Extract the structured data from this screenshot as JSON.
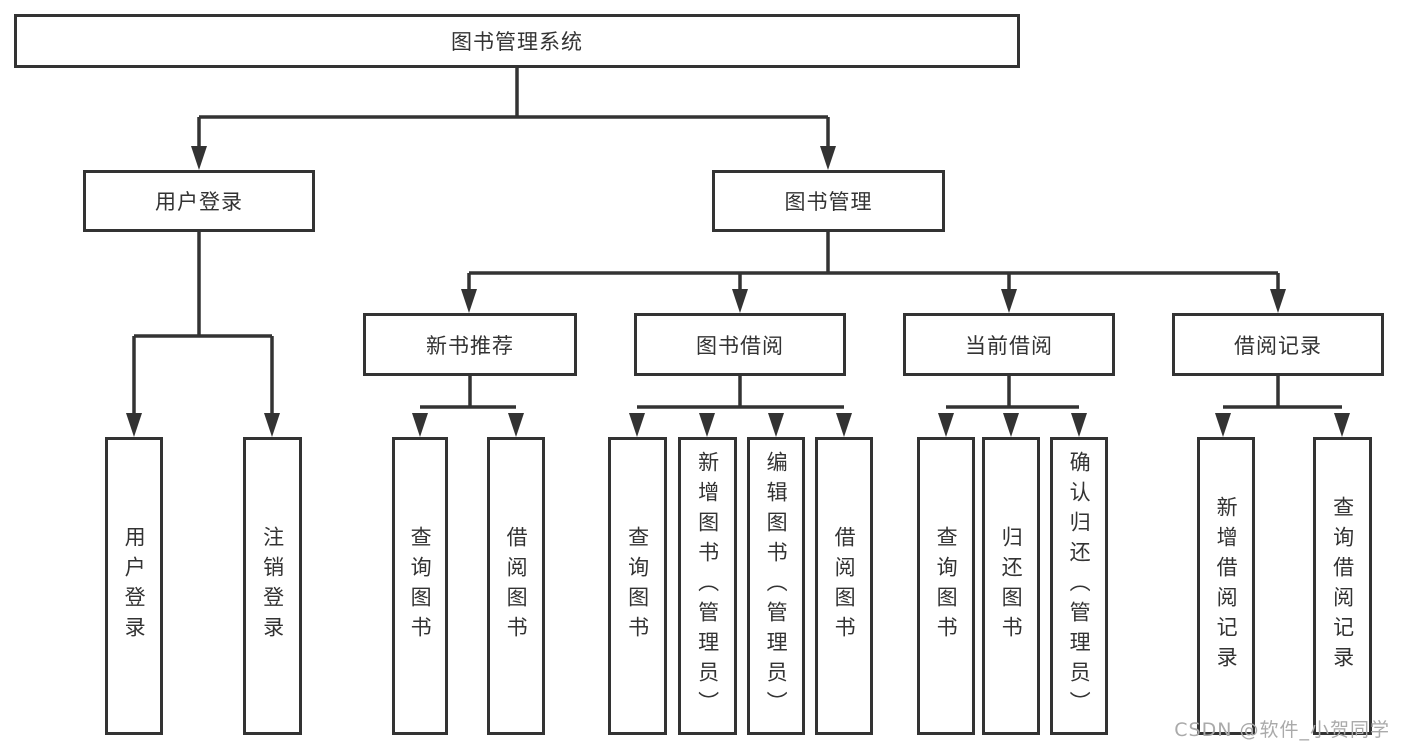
{
  "colors": {
    "line": "#333333",
    "box_border": "#333333",
    "text": "#333333",
    "watermark": "#aaaaaa",
    "background": "#ffffff"
  },
  "watermark": {
    "text": "CSDN @软件_小贺同学"
  },
  "nodes": {
    "root": {
      "label": "图书管理系统"
    },
    "user_login": {
      "label": "用户登录",
      "children": [
        {
          "label": "用户登录"
        },
        {
          "label": "注销登录"
        }
      ]
    },
    "book_mgmt": {
      "label": "图书管理",
      "children": [
        {
          "label": "新书推荐",
          "children": [
            {
              "label": "查询图书"
            },
            {
              "label": "借阅图书"
            }
          ]
        },
        {
          "label": "图书借阅",
          "children": [
            {
              "label": "查询图书"
            },
            {
              "label": "新增图书（管理员）"
            },
            {
              "label": "编辑图书（管理员）"
            },
            {
              "label": "借阅图书"
            }
          ]
        },
        {
          "label": "当前借阅",
          "children": [
            {
              "label": "查询图书"
            },
            {
              "label": "归还图书"
            },
            {
              "label": "确认归还（管理员）"
            }
          ]
        },
        {
          "label": "借阅记录",
          "children": [
            {
              "label": "新增借阅记录"
            },
            {
              "label": "查询借阅记录"
            }
          ]
        }
      ]
    }
  }
}
